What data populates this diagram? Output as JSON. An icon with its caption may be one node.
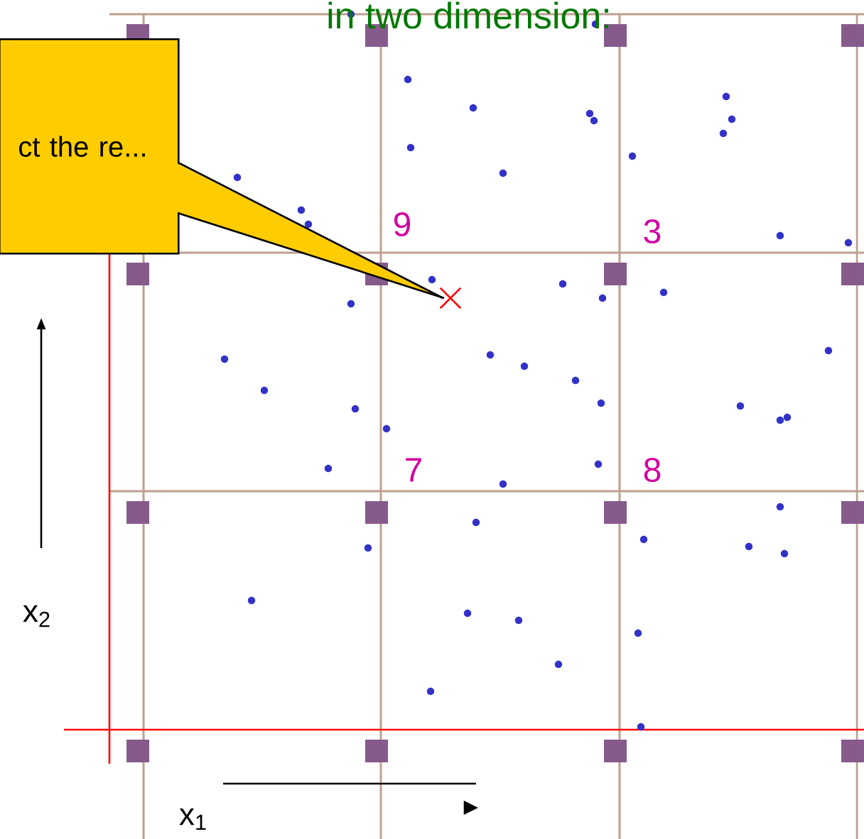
{
  "diagram": {
    "title": "in two dimension:",
    "nodes": [
      {
        "text": [
          "ct the re..."
        ]
      },
      {
        "text": [],
        "shape": "cross"
      }
    ],
    "edges": [
      {
        "from": 0,
        "to": 1,
        "arrow": "none"
      }
    ],
    "labels": [
      "9",
      "3",
      "7",
      "8",
      "x$_{2}$",
      "x$_{1}$"
    ]
  }
}
